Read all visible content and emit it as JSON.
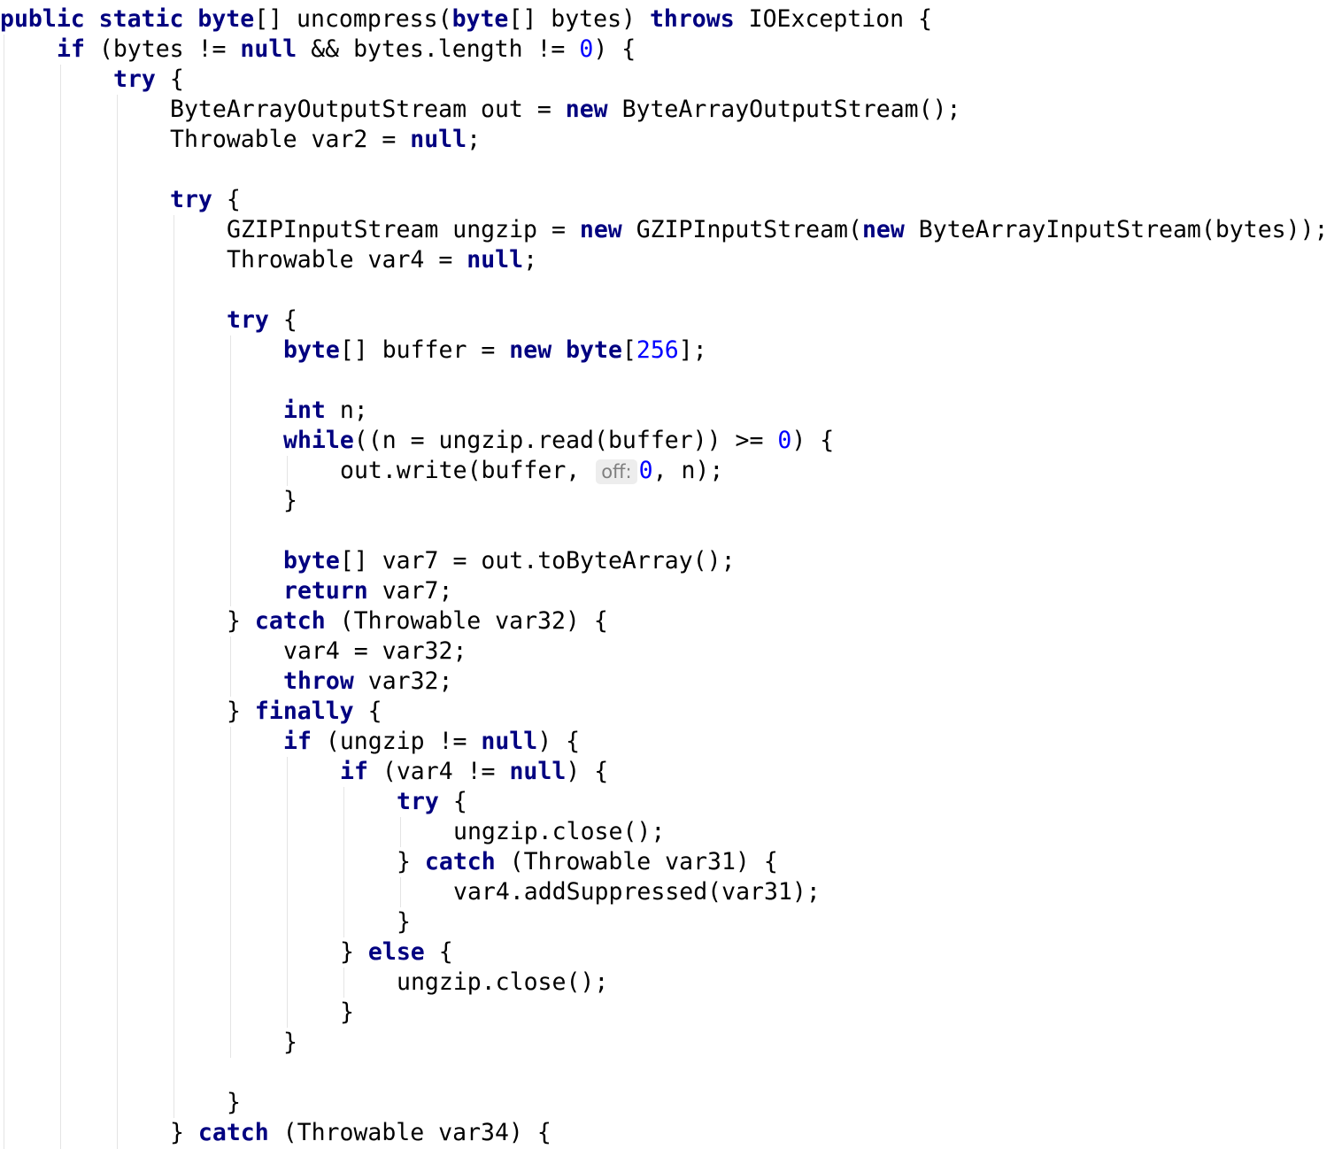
{
  "editor": {
    "language": "java",
    "colors": {
      "keyword": "#000080",
      "number": "#0000ff",
      "text": "#000000",
      "hint_text": "#7f7f7f",
      "hint_background": "#ededed",
      "guide": "#e4e4e4",
      "background": "#ffffff"
    },
    "lines": [
      {
        "indent": 0,
        "tokens": [
          {
            "t": "kw",
            "v": "public static byte"
          },
          {
            "t": "txt",
            "v": "[] uncompress("
          },
          {
            "t": "kw",
            "v": "byte"
          },
          {
            "t": "txt",
            "v": "[] bytes) "
          },
          {
            "t": "kw",
            "v": "throws"
          },
          {
            "t": "txt",
            "v": " IOException {"
          }
        ]
      },
      {
        "indent": 1,
        "tokens": [
          {
            "t": "kw",
            "v": "if"
          },
          {
            "t": "txt",
            "v": " (bytes != "
          },
          {
            "t": "kw",
            "v": "null"
          },
          {
            "t": "txt",
            "v": " && bytes.length != "
          },
          {
            "t": "num",
            "v": "0"
          },
          {
            "t": "txt",
            "v": ") {"
          }
        ]
      },
      {
        "indent": 2,
        "tokens": [
          {
            "t": "kw",
            "v": "try"
          },
          {
            "t": "txt",
            "v": " {"
          }
        ]
      },
      {
        "indent": 3,
        "tokens": [
          {
            "t": "txt",
            "v": "ByteArrayOutputStream out = "
          },
          {
            "t": "kw",
            "v": "new"
          },
          {
            "t": "txt",
            "v": " ByteArrayOutputStream();"
          }
        ]
      },
      {
        "indent": 3,
        "tokens": [
          {
            "t": "txt",
            "v": "Throwable var2 = "
          },
          {
            "t": "kw",
            "v": "null"
          },
          {
            "t": "txt",
            "v": ";"
          }
        ]
      },
      {
        "indent": 0,
        "tokens": []
      },
      {
        "indent": 3,
        "tokens": [
          {
            "t": "kw",
            "v": "try"
          },
          {
            "t": "txt",
            "v": " {"
          }
        ]
      },
      {
        "indent": 4,
        "tokens": [
          {
            "t": "txt",
            "v": "GZIPInputStream ungzip = "
          },
          {
            "t": "kw",
            "v": "new"
          },
          {
            "t": "txt",
            "v": " GZIPInputStream("
          },
          {
            "t": "kw",
            "v": "new"
          },
          {
            "t": "txt",
            "v": " ByteArrayInputStream(bytes));"
          }
        ]
      },
      {
        "indent": 4,
        "tokens": [
          {
            "t": "txt",
            "v": "Throwable var4 = "
          },
          {
            "t": "kw",
            "v": "null"
          },
          {
            "t": "txt",
            "v": ";"
          }
        ]
      },
      {
        "indent": 0,
        "tokens": []
      },
      {
        "indent": 4,
        "tokens": [
          {
            "t": "kw",
            "v": "try"
          },
          {
            "t": "txt",
            "v": " {"
          }
        ]
      },
      {
        "indent": 5,
        "tokens": [
          {
            "t": "kw",
            "v": "byte"
          },
          {
            "t": "txt",
            "v": "[] buffer = "
          },
          {
            "t": "kw",
            "v": "new byte"
          },
          {
            "t": "txt",
            "v": "["
          },
          {
            "t": "num",
            "v": "256"
          },
          {
            "t": "txt",
            "v": "];"
          }
        ]
      },
      {
        "indent": 0,
        "tokens": []
      },
      {
        "indent": 5,
        "tokens": [
          {
            "t": "kw",
            "v": "int"
          },
          {
            "t": "txt",
            "v": " n;"
          }
        ]
      },
      {
        "indent": 5,
        "tokens": [
          {
            "t": "kw",
            "v": "while"
          },
          {
            "t": "txt",
            "v": "((n = ungzip.read(buffer)) >= "
          },
          {
            "t": "num",
            "v": "0"
          },
          {
            "t": "txt",
            "v": ") {"
          }
        ]
      },
      {
        "indent": 6,
        "tokens": [
          {
            "t": "txt",
            "v": "out.write(buffer, "
          },
          {
            "t": "hint",
            "v": "off:"
          },
          {
            "t": "num",
            "v": "0"
          },
          {
            "t": "txt",
            "v": ", n);"
          }
        ]
      },
      {
        "indent": 5,
        "tokens": [
          {
            "t": "txt",
            "v": "}"
          }
        ]
      },
      {
        "indent": 0,
        "tokens": []
      },
      {
        "indent": 5,
        "tokens": [
          {
            "t": "kw",
            "v": "byte"
          },
          {
            "t": "txt",
            "v": "[] var7 = out.toByteArray();"
          }
        ]
      },
      {
        "indent": 5,
        "tokens": [
          {
            "t": "kw",
            "v": "return"
          },
          {
            "t": "txt",
            "v": " var7;"
          }
        ]
      },
      {
        "indent": 4,
        "tokens": [
          {
            "t": "txt",
            "v": "} "
          },
          {
            "t": "kw",
            "v": "catch"
          },
          {
            "t": "txt",
            "v": " (Throwable var32) {"
          }
        ]
      },
      {
        "indent": 5,
        "tokens": [
          {
            "t": "txt",
            "v": "var4 = var32;"
          }
        ]
      },
      {
        "indent": 5,
        "tokens": [
          {
            "t": "kw",
            "v": "throw"
          },
          {
            "t": "txt",
            "v": " var32;"
          }
        ]
      },
      {
        "indent": 4,
        "tokens": [
          {
            "t": "txt",
            "v": "} "
          },
          {
            "t": "kw",
            "v": "finally"
          },
          {
            "t": "txt",
            "v": " {"
          }
        ]
      },
      {
        "indent": 5,
        "tokens": [
          {
            "t": "kw",
            "v": "if"
          },
          {
            "t": "txt",
            "v": " (ungzip != "
          },
          {
            "t": "kw",
            "v": "null"
          },
          {
            "t": "txt",
            "v": ") {"
          }
        ]
      },
      {
        "indent": 6,
        "tokens": [
          {
            "t": "kw",
            "v": "if"
          },
          {
            "t": "txt",
            "v": " (var4 != "
          },
          {
            "t": "kw",
            "v": "null"
          },
          {
            "t": "txt",
            "v": ") {"
          }
        ]
      },
      {
        "indent": 7,
        "tokens": [
          {
            "t": "kw",
            "v": "try"
          },
          {
            "t": "txt",
            "v": " {"
          }
        ]
      },
      {
        "indent": 8,
        "tokens": [
          {
            "t": "txt",
            "v": "ungzip.close();"
          }
        ]
      },
      {
        "indent": 7,
        "tokens": [
          {
            "t": "txt",
            "v": "} "
          },
          {
            "t": "kw",
            "v": "catch"
          },
          {
            "t": "txt",
            "v": " (Throwable var31) {"
          }
        ]
      },
      {
        "indent": 8,
        "tokens": [
          {
            "t": "txt",
            "v": "var4.addSuppressed(var31);"
          }
        ]
      },
      {
        "indent": 7,
        "tokens": [
          {
            "t": "txt",
            "v": "}"
          }
        ]
      },
      {
        "indent": 6,
        "tokens": [
          {
            "t": "txt",
            "v": "} "
          },
          {
            "t": "kw",
            "v": "else"
          },
          {
            "t": "txt",
            "v": " {"
          }
        ]
      },
      {
        "indent": 7,
        "tokens": [
          {
            "t": "txt",
            "v": "ungzip.close();"
          }
        ]
      },
      {
        "indent": 6,
        "tokens": [
          {
            "t": "txt",
            "v": "}"
          }
        ]
      },
      {
        "indent": 5,
        "tokens": [
          {
            "t": "txt",
            "v": "}"
          }
        ]
      },
      {
        "indent": 0,
        "tokens": []
      },
      {
        "indent": 4,
        "tokens": [
          {
            "t": "txt",
            "v": "}"
          }
        ]
      },
      {
        "indent": 3,
        "tokens": [
          {
            "t": "txt",
            "v": "} "
          },
          {
            "t": "kw",
            "v": "catch"
          },
          {
            "t": "txt",
            "v": " (Throwable var34) {"
          }
        ]
      }
    ]
  }
}
